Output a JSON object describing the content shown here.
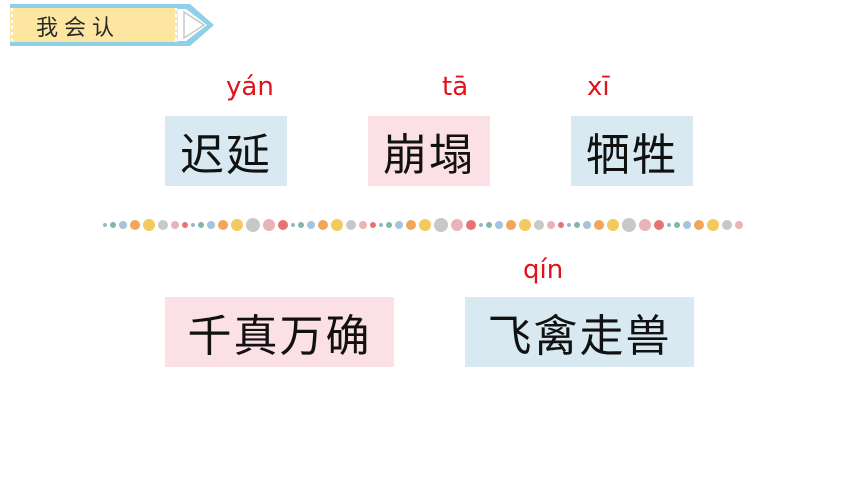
{
  "header": {
    "label": "我会认"
  },
  "row1": [
    {
      "pinyin": "yán",
      "word": "迟延"
    },
    {
      "pinyin": "tā",
      "word": "崩塌"
    },
    {
      "pinyin": "xī",
      "word": "牺牲"
    }
  ],
  "row2": [
    {
      "pinyin": "",
      "word": "千真万确"
    },
    {
      "pinyin": "qín",
      "word": "飞禽走兽"
    }
  ],
  "colors": {
    "pinyin": "#e0121b",
    "box_blue": "#d8e9f1",
    "box_pink": "#fbe0e6",
    "tag_yellow": "#fde7a0",
    "tag_blue": "#8fd0e8"
  }
}
